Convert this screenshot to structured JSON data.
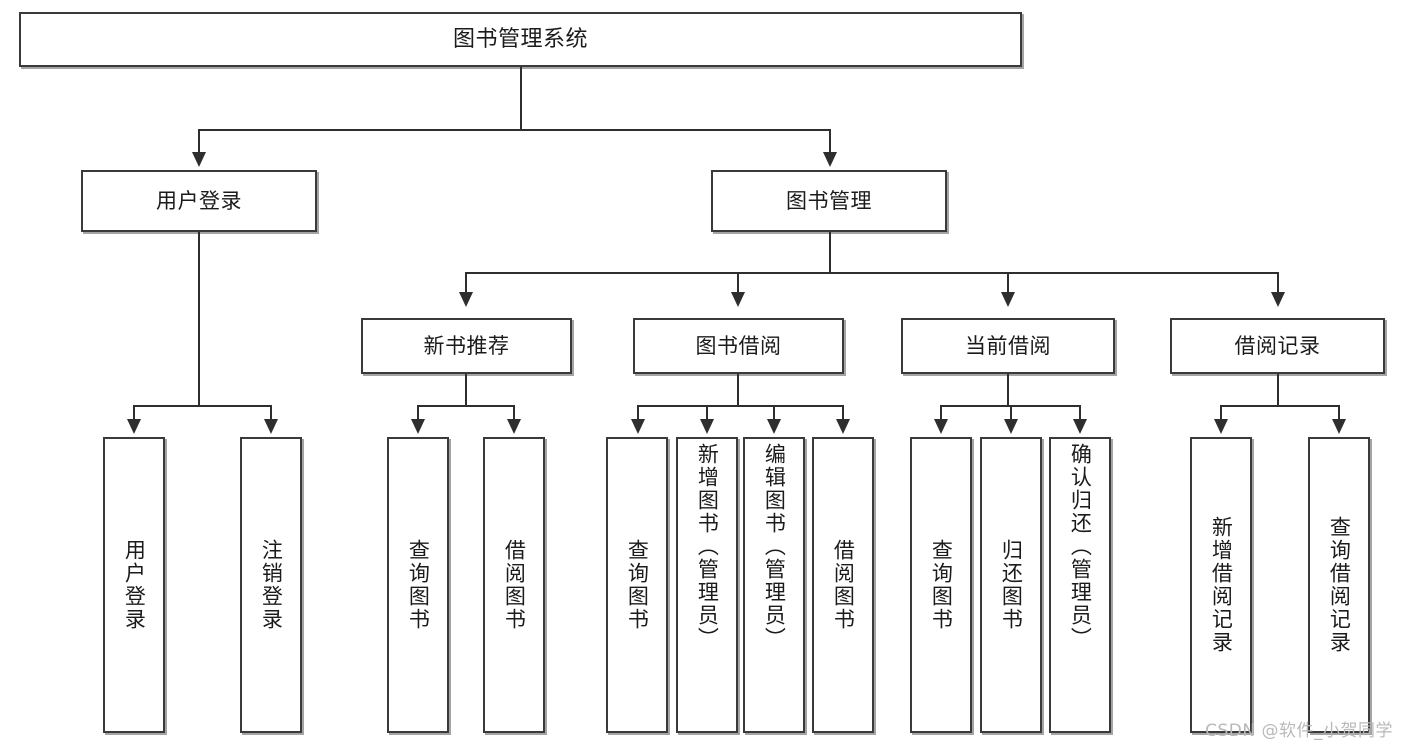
{
  "diagram": {
    "title": "图书管理系统",
    "type": "tree-hierarchy",
    "watermark": "CSDN @软件_小贺同学",
    "colors": {
      "box_border": "#3a3a3a",
      "connector": "#2e2e2e",
      "background": "#ffffff",
      "text": "#1b1b1b",
      "watermark": "#b9b9b9"
    },
    "levels": {
      "root": "图书管理系统",
      "level2": [
        "用户登录",
        "图书管理"
      ],
      "level3": [
        "新书推荐",
        "图书借阅",
        "当前借阅",
        "借阅记录"
      ]
    }
  },
  "nodes": {
    "root": {
      "label": "图书管理系统"
    },
    "user_login": {
      "label": "用户登录"
    },
    "book_manage": {
      "label": "图书管理"
    },
    "new_book_rec": {
      "label": "新书推荐"
    },
    "book_borrow": {
      "label": "图书借阅"
    },
    "current_borrow": {
      "label": "当前借阅"
    },
    "borrow_record": {
      "label": "借阅记录"
    },
    "leaves": {
      "user_login": [
        {
          "label": "用户登录"
        },
        {
          "label": "注销登录"
        }
      ],
      "new_book_rec": [
        {
          "label": "查询图书"
        },
        {
          "label": "借阅图书"
        }
      ],
      "book_borrow": [
        {
          "label": "查询图书"
        },
        {
          "label": "新增图书（管理员）"
        },
        {
          "label": "编辑图书（管理员）"
        },
        {
          "label": "借阅图书"
        }
      ],
      "current_borrow": [
        {
          "label": "查询图书"
        },
        {
          "label": "归还图书"
        },
        {
          "label": "确认归还（管理员）"
        }
      ],
      "borrow_record": [
        {
          "label": "新增借阅记录"
        },
        {
          "label": "查询借阅记录"
        }
      ]
    }
  }
}
